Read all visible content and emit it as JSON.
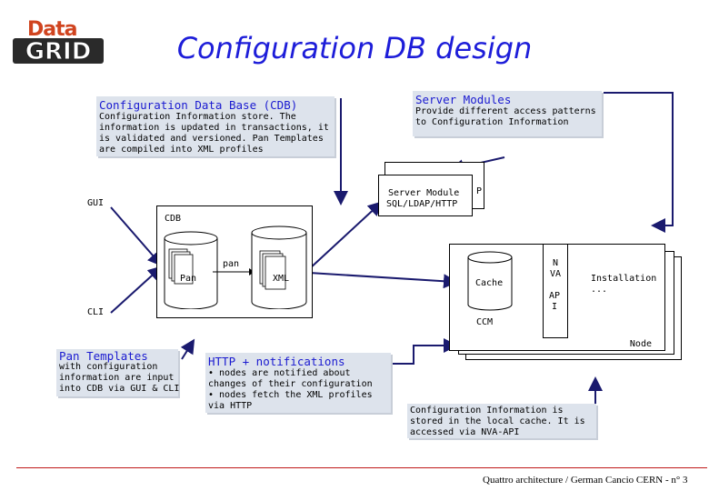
{
  "logo": {
    "top": "Data",
    "bottom": "GRID"
  },
  "title": "Configuration DB design",
  "cdb_note": {
    "heading": "Configuration Data Base (CDB)",
    "body": "Configuration Information store. The information is updated in transactions, it is validated and versioned. Pan Templates are compiled into XML profiles"
  },
  "server_note": {
    "heading": "Server Modules",
    "body": "Provide different access patterns to Configuration Information"
  },
  "server_module": {
    "line1": "Server Module",
    "line2": "SQL/LDAP/HTTP",
    "behind": "P"
  },
  "gui": "GUI",
  "cli": "CLI",
  "cdb": {
    "label": "CDB",
    "pan_left": "Pan",
    "pan_arrow": "pan",
    "xml": "XML"
  },
  "node": {
    "cache": "Cache",
    "nva": "N\nVA",
    "api": "AP\nI",
    "ccm": "CCM",
    "installation": "Installation\n...",
    "node": "Node"
  },
  "pan_note": {
    "heading": "Pan Templates",
    "body": "with configuration information are input into CDB via GUI & CLI"
  },
  "http_note": {
    "heading": "HTTP + notifications",
    "body": "• nodes are notified about changes of their configuration\n• nodes fetch the XML profiles via HTTP"
  },
  "cache_note": {
    "body": "Configuration Information is stored in the local cache. It is accessed via NVA-API"
  },
  "footer": "Quattro architecture / German Cancio CERN - n° 3",
  "colors": {
    "title": "#1d1dd9",
    "note_bg": "#dde3ec",
    "arrow": "#1a1a6e",
    "footer_line": "#c01818"
  }
}
